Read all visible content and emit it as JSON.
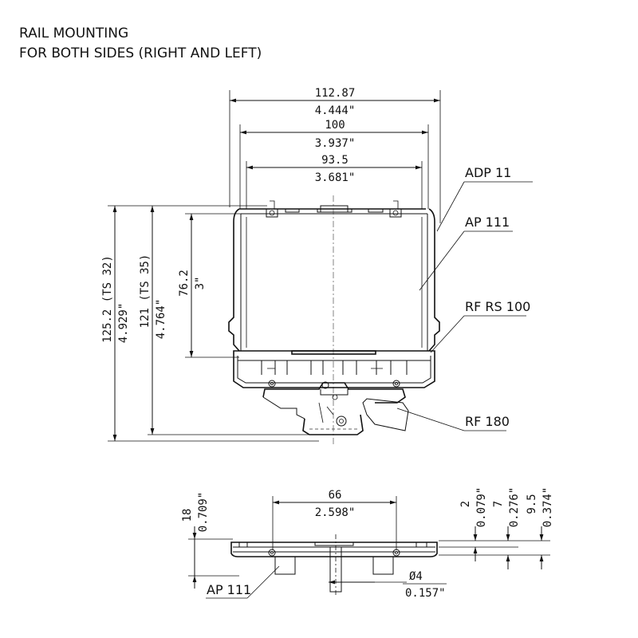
{
  "title": {
    "line1": "RAIL MOUNTING",
    "line2": "FOR BOTH SIDES (RIGHT AND LEFT)"
  },
  "top_view": {
    "dims": {
      "overall_mm": "112.87",
      "overall_in": "4.444\"",
      "mid_mm": "100",
      "mid_in": "3.937\"",
      "inner_mm": "93.5",
      "inner_in": "3.681\"",
      "h1_mm": "125.2 (TS 32)",
      "h1_in": "4.929\"",
      "h2_mm": "121 (TS 35)",
      "h2_in": "4.764\"",
      "h3_mm": "76.2",
      "h3_in": "3\""
    },
    "labels": {
      "adp": "ADP 11",
      "ap": "AP 111",
      "rfrs": "RF RS 100",
      "rf": "RF 180"
    }
  },
  "bottom_view": {
    "dims": {
      "width_mm": "66",
      "width_in": "2.598\"",
      "height_mm": "18",
      "height_in": "0.709\"",
      "d1_mm": "2",
      "d1_in": "0.079\"",
      "d2_mm": "7",
      "d2_in": "0.276\"",
      "d3_mm": "9.5",
      "d3_in": "0.374\"",
      "hole_mm": "Ø4",
      "hole_in": "0.157\""
    },
    "labels": {
      "ap": "AP 111"
    }
  }
}
